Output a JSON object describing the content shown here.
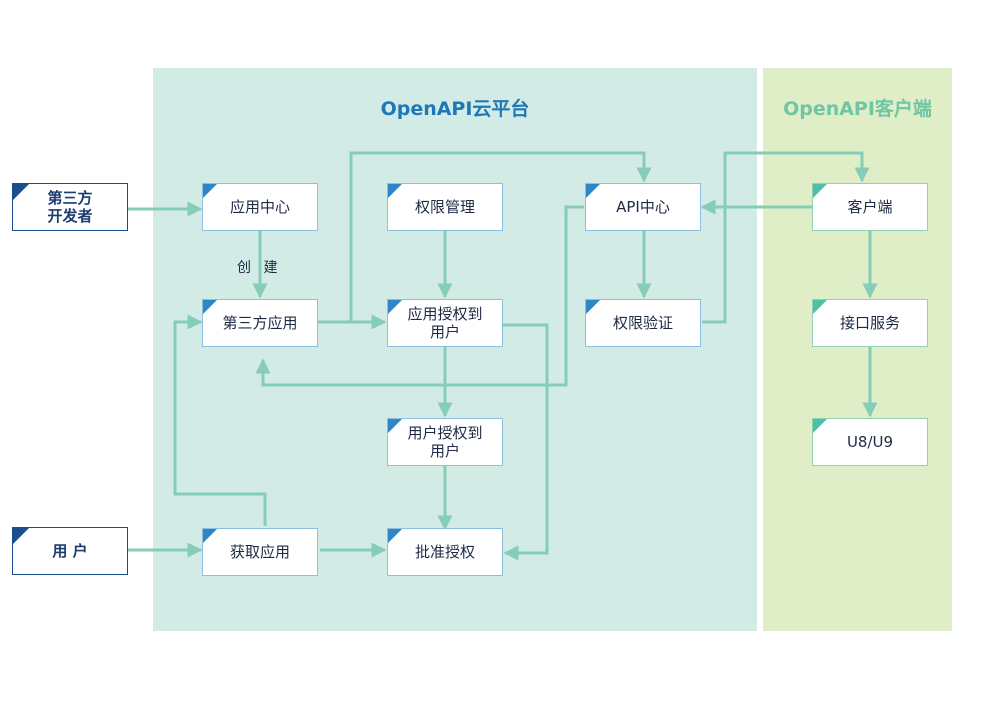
{
  "panels": {
    "cloud_title": "OpenAPI云平台",
    "client_title": "OpenAPI客户端"
  },
  "actors": {
    "developer": [
      "第三方",
      "开发者"
    ],
    "user": "用 户"
  },
  "nodes": {
    "app_center": "应用中心",
    "third_party_app": "第三方应用",
    "permission_mgmt": "权限管理",
    "app_auth_user": [
      "应用授权到",
      "用户"
    ],
    "user_auth_user": [
      "用户授权到",
      "用户"
    ],
    "approve_auth": "批准授权",
    "get_app": "获取应用",
    "api_center": "API中心",
    "permission_verify": "权限验证",
    "client": "客户端",
    "interface_service": "接口服务",
    "u8u9": "U8/U9"
  },
  "edge_labels": {
    "create": "创 建"
  },
  "colors": {
    "cloud_panel": "#d3ebe5",
    "client_panel": "#e0eec8",
    "arrow": "#86cdb7",
    "accent_blue": "#2f86c6",
    "accent_teal": "#4ec0a7",
    "actor_navy": "#1a4d8c"
  }
}
